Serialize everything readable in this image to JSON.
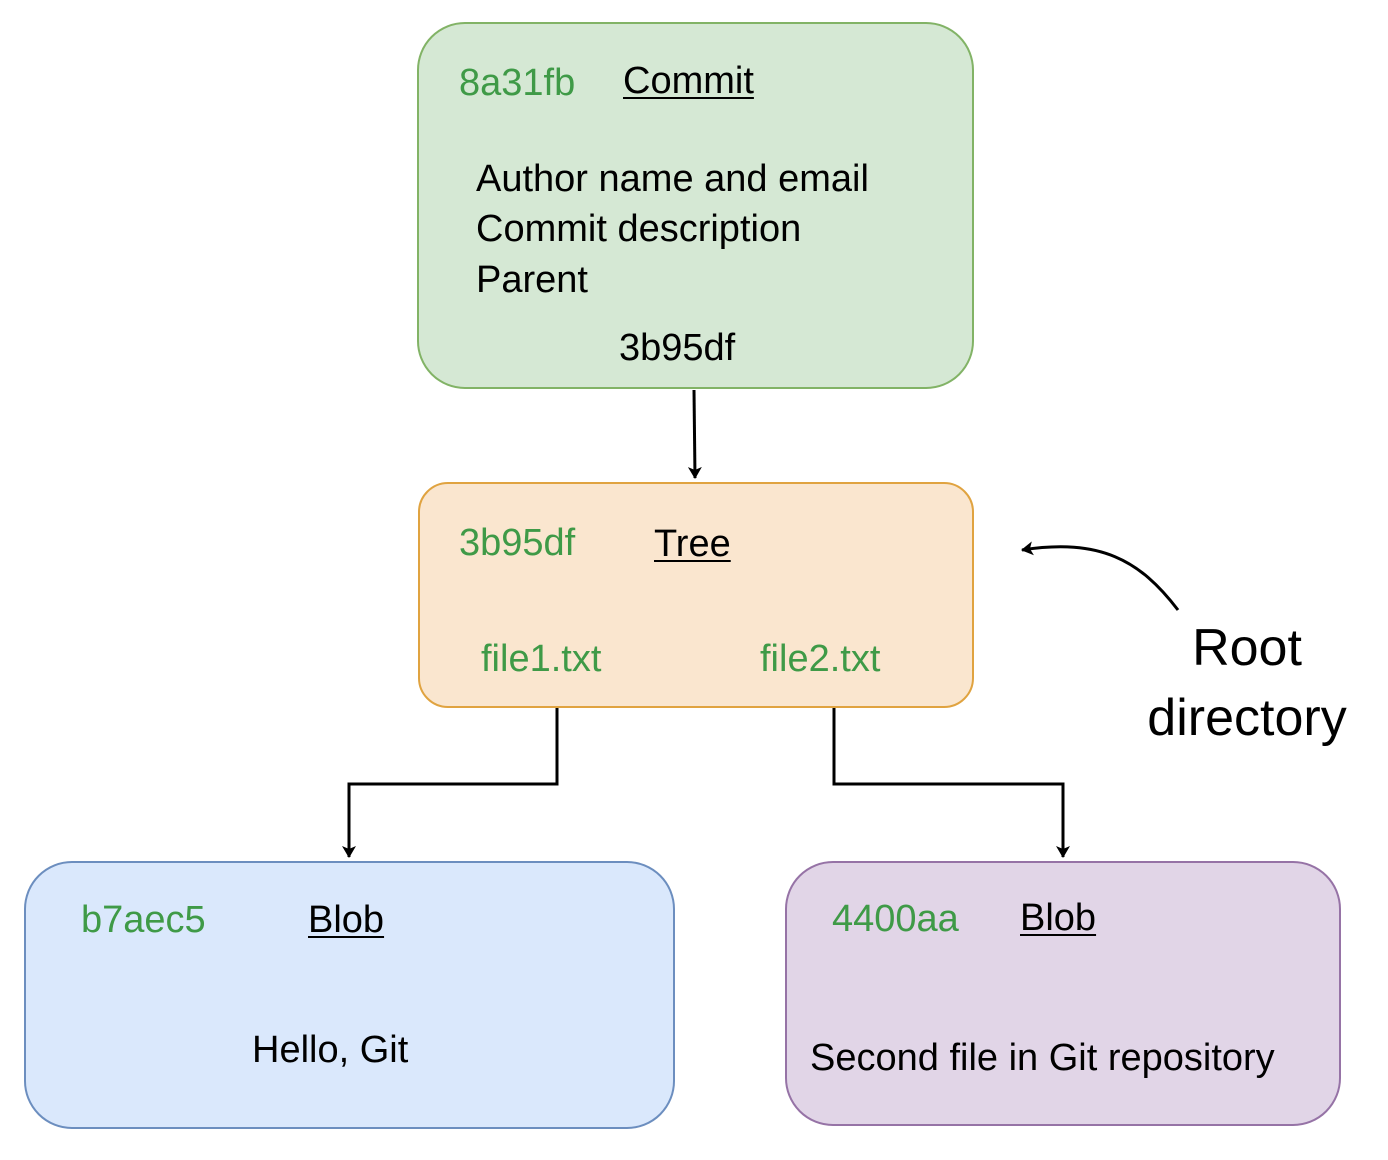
{
  "commit": {
    "hash": "8a31fb",
    "type": "Commit",
    "lines": [
      "Author name and email",
      "Commit description",
      "Parent"
    ],
    "tree_ref": "3b95df"
  },
  "tree": {
    "hash": "3b95df",
    "type": "Tree",
    "entries": [
      "file1.txt",
      "file2.txt"
    ]
  },
  "blob1": {
    "hash": "b7aec5",
    "type": "Blob",
    "content": "Hello, Git"
  },
  "blob2": {
    "hash": "4400aa",
    "type": "Blob",
    "content": "Second file in Git repository"
  },
  "annotation": {
    "line1": "Root",
    "line2": "directory"
  },
  "colors": {
    "commit_fill": "#d5e8d4",
    "commit_stroke": "#82b366",
    "tree_fill": "#fae6cf",
    "tree_stroke": "#e0a340",
    "blob1_fill": "#dae8fc",
    "blob1_stroke": "#6c8ebf",
    "blob2_fill": "#e1d5e7",
    "blob2_stroke": "#9673a6",
    "hash_text": "#3f9a47"
  }
}
